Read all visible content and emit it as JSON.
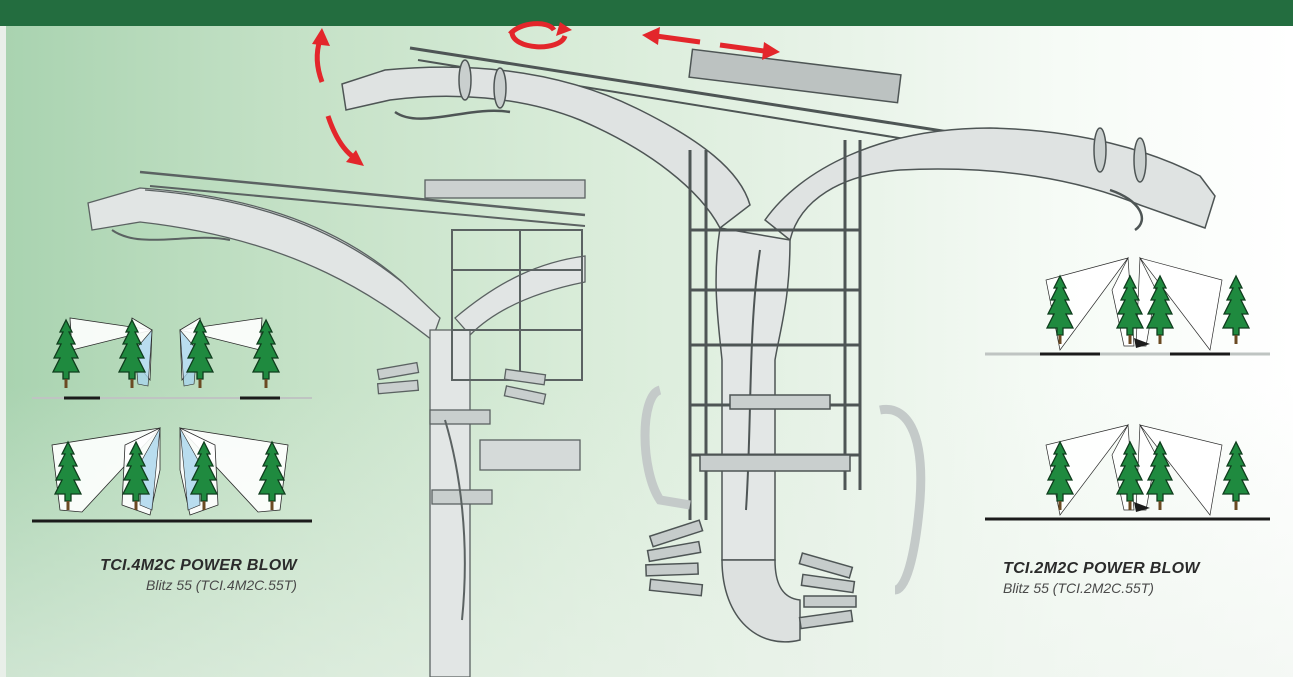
{
  "captions": {
    "left": {
      "title": "TCI.4M2C POWER BLOW",
      "subtitle": "Blitz 55 (TCI.4M2C.55T)"
    },
    "right": {
      "title": "TCI.2M2C POWER BLOW",
      "subtitle": "Blitz 55 (TCI.2M2C.55T)"
    }
  },
  "colors": {
    "header_bar": "#236d3f",
    "arrow_red": "#e3262b",
    "tree_green": "#1f8a3f",
    "frame_grey": "#d9dcdc"
  },
  "icons": [
    "rotate-arrow-icon",
    "tilt-arrow-icon",
    "slide-arrow-icon",
    "tree-icon",
    "spray-fan-icon"
  ]
}
